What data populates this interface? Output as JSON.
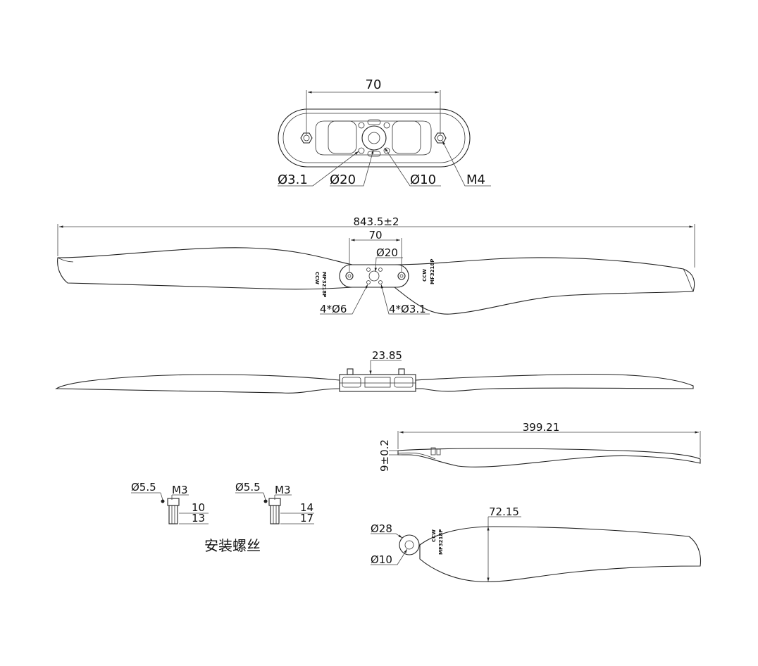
{
  "top_hub": {
    "spacing": "70",
    "hole_small": "Ø3.1",
    "hub_bore": "Ø20",
    "center_bore": "Ø10",
    "thread": "M4"
  },
  "plan_view": {
    "overall_length": "843.5±2",
    "hub_spacing": "70",
    "hub_bore": "Ø20",
    "holes_large": "4*Ø6",
    "holes_small": "4*Ø3.1",
    "left_mark_line1": "MF3218P",
    "left_mark_line2": "CCW",
    "right_mark_line1": "CCW",
    "right_mark_line2": "MF3218P"
  },
  "side_view": {
    "hub_height": "23.85"
  },
  "blade_side": {
    "length": "399.21",
    "thickness": "9±0.2"
  },
  "blade_plan": {
    "chord": "72.15",
    "outer_dia": "Ø28",
    "inner_dia": "Ø10",
    "mark_line1": "CCW",
    "mark_line2": "MF3218P"
  },
  "screws": {
    "title": "安装螺丝",
    "screw_a": {
      "head": "Ø5.5",
      "thread": "M3",
      "len_thread": "10",
      "len_total": "13"
    },
    "screw_b": {
      "head": "Ø5.5",
      "thread": "M3",
      "len_thread": "14",
      "len_total": "17"
    }
  }
}
